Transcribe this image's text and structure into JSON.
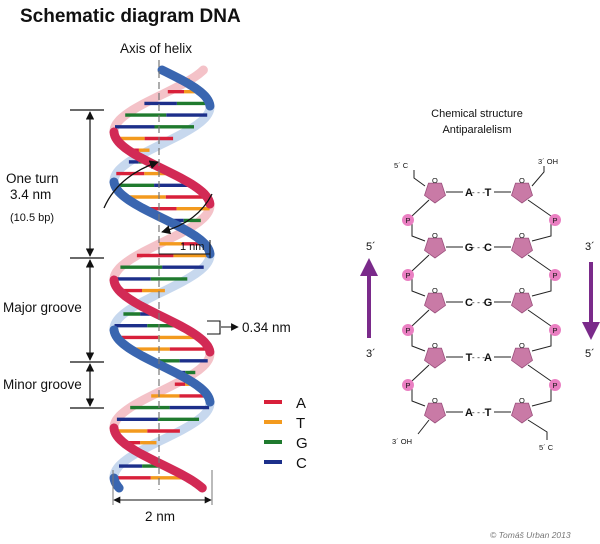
{
  "title": "Schematic diagram DNA",
  "axis_label": "Axis of helix",
  "one_turn": {
    "line1": "One turn",
    "line2": "3.4 nm",
    "line3": "(10.5 bp)"
  },
  "one_nm": "1 nm",
  "major_groove": "Major groove",
  "minor_groove": "Minor groove",
  "rise": "0.34 nm",
  "width": "2 nm",
  "legend": [
    {
      "letter": "A",
      "color": "#d8203a"
    },
    {
      "letter": "T",
      "color": "#f39a1e"
    },
    {
      "letter": "G",
      "color": "#1f7a2e"
    },
    {
      "letter": "C",
      "color": "#1c2f8a"
    }
  ],
  "chemical": {
    "title1": "Chemical structure",
    "title2": "Antiparalelism",
    "phosphate": "P",
    "ring_oxygen": "O",
    "dash": "- - -",
    "left_top_end": "5´ C",
    "left_bottom_end": "3´ OH",
    "right_top_end": "3´ OH",
    "right_bottom_end": "5´ C",
    "left_arrow_top": "5´",
    "left_arrow_bottom": "3´",
    "right_arrow_top": "3´",
    "right_arrow_bottom": "5´",
    "pairs": [
      {
        "left": "A",
        "right": "T"
      },
      {
        "left": "G",
        "right": "C"
      },
      {
        "left": "C",
        "right": "G"
      },
      {
        "left": "T",
        "right": "A"
      },
      {
        "left": "A",
        "right": "T"
      }
    ]
  },
  "colors": {
    "strand_blue": "#3a66b0",
    "strand_red": "#d22a55",
    "strand_light_blue": "#c7d8ee",
    "strand_pink": "#f4c2c8",
    "sugar": "#c97aa6",
    "phosphate": "#ea7fc2",
    "arrow": "#7a2a8a"
  },
  "copyright": "© Tomáš Urban 2013"
}
